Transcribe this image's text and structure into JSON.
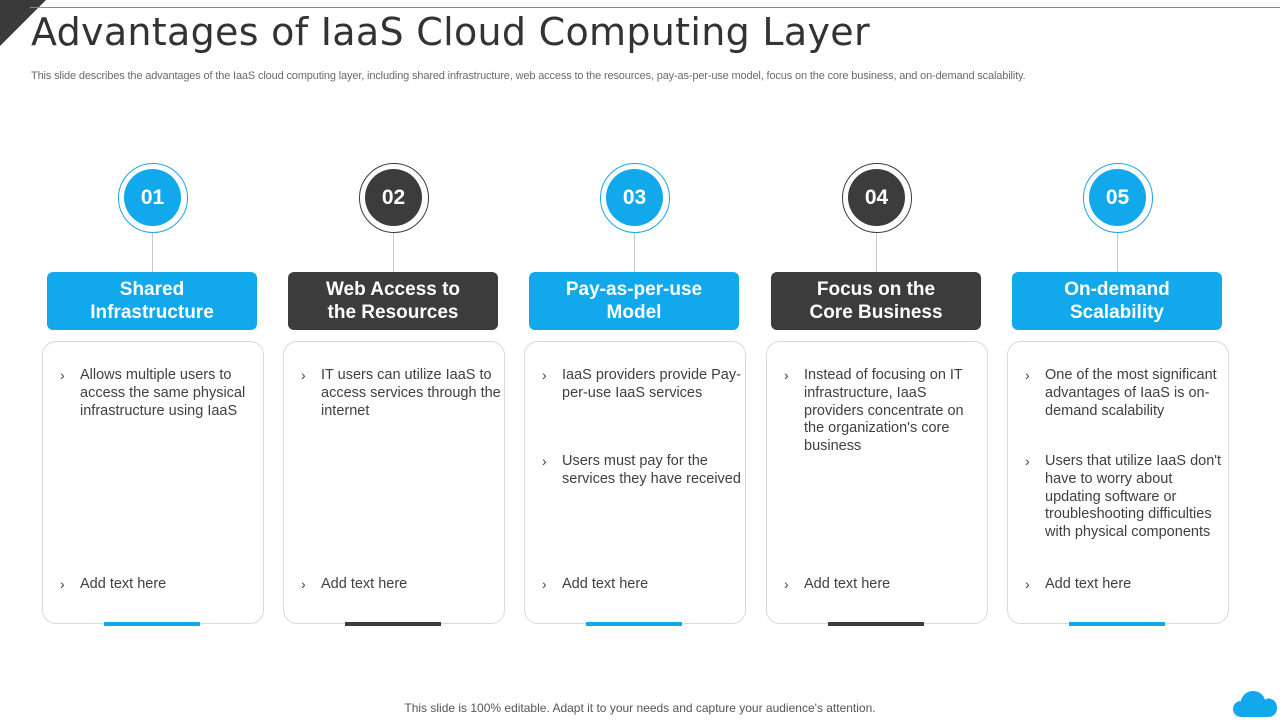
{
  "slide": {
    "title": "Advantages of IaaS Cloud Computing Layer",
    "subtitle": "This slide describes the advantages of the IaaS cloud computing layer, including shared infrastructure, web access to the resources, pay-as-per-use model, focus on the core business, and on-demand scalability.",
    "footer": "This slide is 100% editable. Adapt it to your needs and capture your audience's attention."
  },
  "colors": {
    "accent_blue": "#12a8ec",
    "accent_dark": "#3c3c3c",
    "rule": "#2aa9e0"
  },
  "icons": {
    "bullet": "chevron-right-icon",
    "logo": "cloud-icon"
  },
  "columns": [
    {
      "number": "01",
      "heading": "Shared Infrastructure",
      "theme": "blue",
      "bullets": [
        "Allows multiple users to access the same physical infrastructure using IaaS"
      ],
      "placeholder": "Add text here"
    },
    {
      "number": "02",
      "heading": "Web Access to the Resources",
      "theme": "dark",
      "bullets": [
        "IT users can utilize IaaS to access services through the internet"
      ],
      "placeholder": "Add text here"
    },
    {
      "number": "03",
      "heading": "Pay-as-per-use Model",
      "theme": "blue",
      "bullets": [
        "IaaS providers provide Pay-per-use IaaS services",
        "Users must pay for the services they have received"
      ],
      "placeholder": "Add text here"
    },
    {
      "number": "04",
      "heading": "Focus on the Core Business",
      "theme": "dark",
      "bullets": [
        "Instead of focusing on IT infrastructure, IaaS providers concentrate on the organization's core business"
      ],
      "placeholder": "Add text here"
    },
    {
      "number": "05",
      "heading": "On-demand Scalability",
      "theme": "blue",
      "bullets": [
        "One of the most significant advantages of IaaS is on-demand scalability",
        "Users that utilize IaaS don't have to worry about updating software or troubleshooting difficulties with physical components"
      ],
      "placeholder": "Add text here"
    }
  ]
}
